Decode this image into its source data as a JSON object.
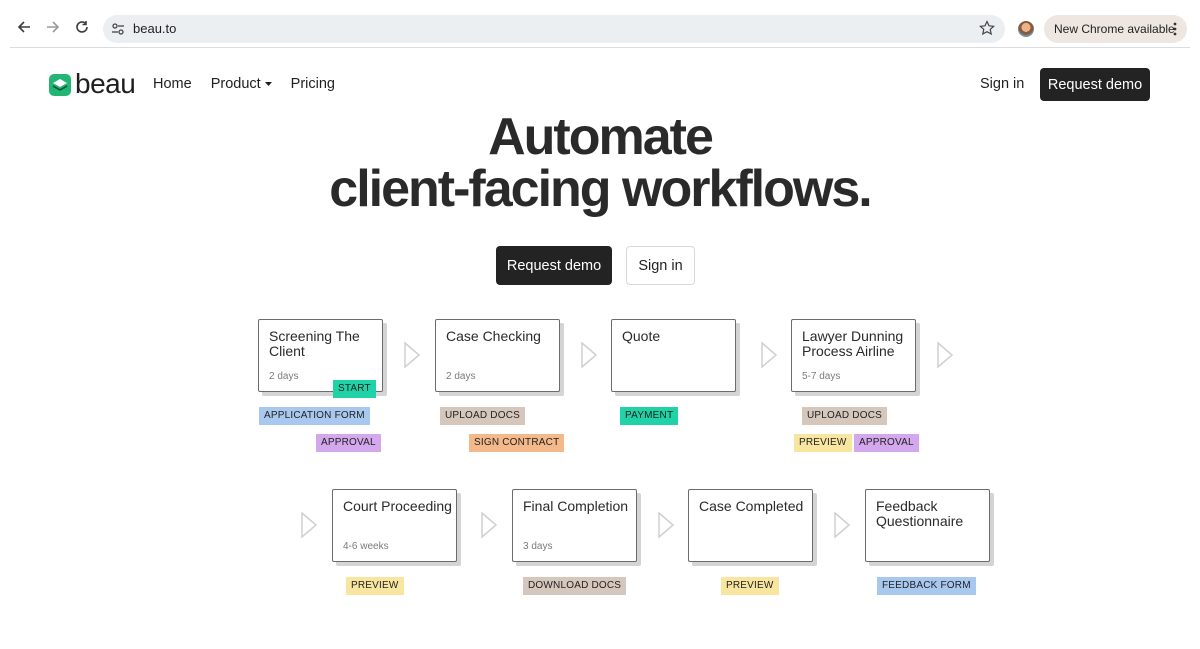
{
  "browser": {
    "url": "beau.to",
    "update_label": "New Chrome available"
  },
  "site": {
    "logo_text": "beau",
    "nav": {
      "home": "Home",
      "product": "Product",
      "pricing": "Pricing"
    },
    "sign_in": "Sign in",
    "request_demo": "Request demo"
  },
  "hero": {
    "line1": "Automate",
    "line2": "client-facing workflows.",
    "cta_demo": "Request demo",
    "cta_signin": "Sign in"
  },
  "workflow": {
    "steps": [
      {
        "title": "Screening The Client",
        "duration": "2 days"
      },
      {
        "title": "Case Checking",
        "duration": "2 days"
      },
      {
        "title": "Quote",
        "duration": ""
      },
      {
        "title": "Lawyer Dunning Process Airline",
        "duration": "5-7 days"
      },
      {
        "title": "Court Proceeding",
        "duration": "4-6 weeks"
      },
      {
        "title": "Final Completion",
        "duration": "3 days"
      },
      {
        "title": "Case Completed",
        "duration": ""
      },
      {
        "title": "Feedback Questionnaire",
        "duration": ""
      }
    ],
    "tags": {
      "start": "START",
      "application_form": "APPLICATION FORM",
      "approval_1": "APPROVAL",
      "upload_docs_1": "UPLOAD DOCS",
      "sign_contract": "SIGN CONTRACT",
      "payment": "PAYMENT",
      "upload_docs_2": "UPLOAD DOCS",
      "preview_1": "PREVIEW",
      "approval_2": "APPROVAL",
      "preview_2": "PREVIEW",
      "download_docs": "DOWNLOAD DOCS",
      "preview_3": "PREVIEW",
      "feedback_form": "FEEDBACK FORM"
    }
  },
  "colors": {
    "dark_button": "#232323",
    "tag_green": "#1fd3a7",
    "tag_blue": "#a9c8ef",
    "tag_purple": "#d3a8ec",
    "tag_tan": "#d6c7bd",
    "tag_orange": "#f4b98a",
    "tag_yellow": "#f8e6a0",
    "logo_green": "#22b573"
  }
}
